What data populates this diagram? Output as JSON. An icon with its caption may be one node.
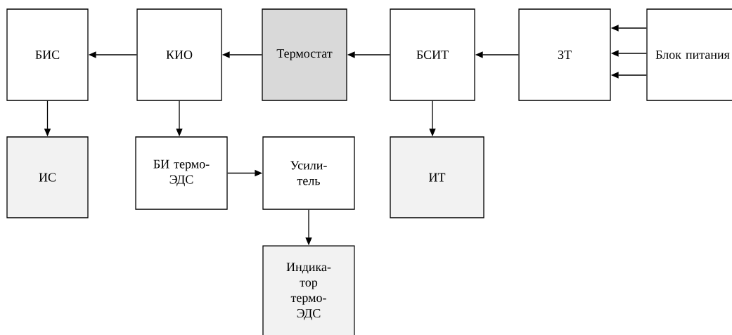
{
  "diagram": {
    "nodes": [
      {
        "text": [
          "БИС"
        ]
      },
      {
        "text": [
          "КИО"
        ]
      },
      {
        "text": [
          "Термостат"
        ]
      },
      {
        "text": [
          "БСИТ"
        ]
      },
      {
        "text": [
          "ЗТ"
        ]
      },
      {
        "text": [
          "Блок питания"
        ]
      },
      {
        "text": [
          "ИС"
        ]
      },
      {
        "text": [
          "БИ термо- ЭДС"
        ]
      },
      {
        "text": [
          "Усили- тель"
        ]
      },
      {
        "text": [
          "ИТ"
        ]
      },
      {
        "text": [
          "Индика- тор термо- ЭДС"
        ]
      }
    ],
    "edges": [
      {
        "from": 1,
        "to": 0,
        "arrow": "to"
      },
      {
        "from": 2,
        "to": 1,
        "arrow": "to"
      },
      {
        "from": 3,
        "to": 2,
        "arrow": "to"
      },
      {
        "from": 4,
        "to": 3,
        "arrow": "to"
      },
      {
        "from": 5,
        "to": 4,
        "arrow": "to"
      },
      {
        "from": 5,
        "to": 4,
        "arrow": "to"
      },
      {
        "from": 5,
        "to": 4,
        "arrow": "to"
      },
      {
        "from": 0,
        "to": 6,
        "arrow": "to"
      },
      {
        "from": 1,
        "to": 7,
        "arrow": "to"
      },
      {
        "from": 3,
        "to": 9,
        "arrow": "to"
      },
      {
        "from": 7,
        "to": 8,
        "arrow": "to"
      },
      {
        "from": 8,
        "to": 10,
        "arrow": "to"
      }
    ]
  }
}
